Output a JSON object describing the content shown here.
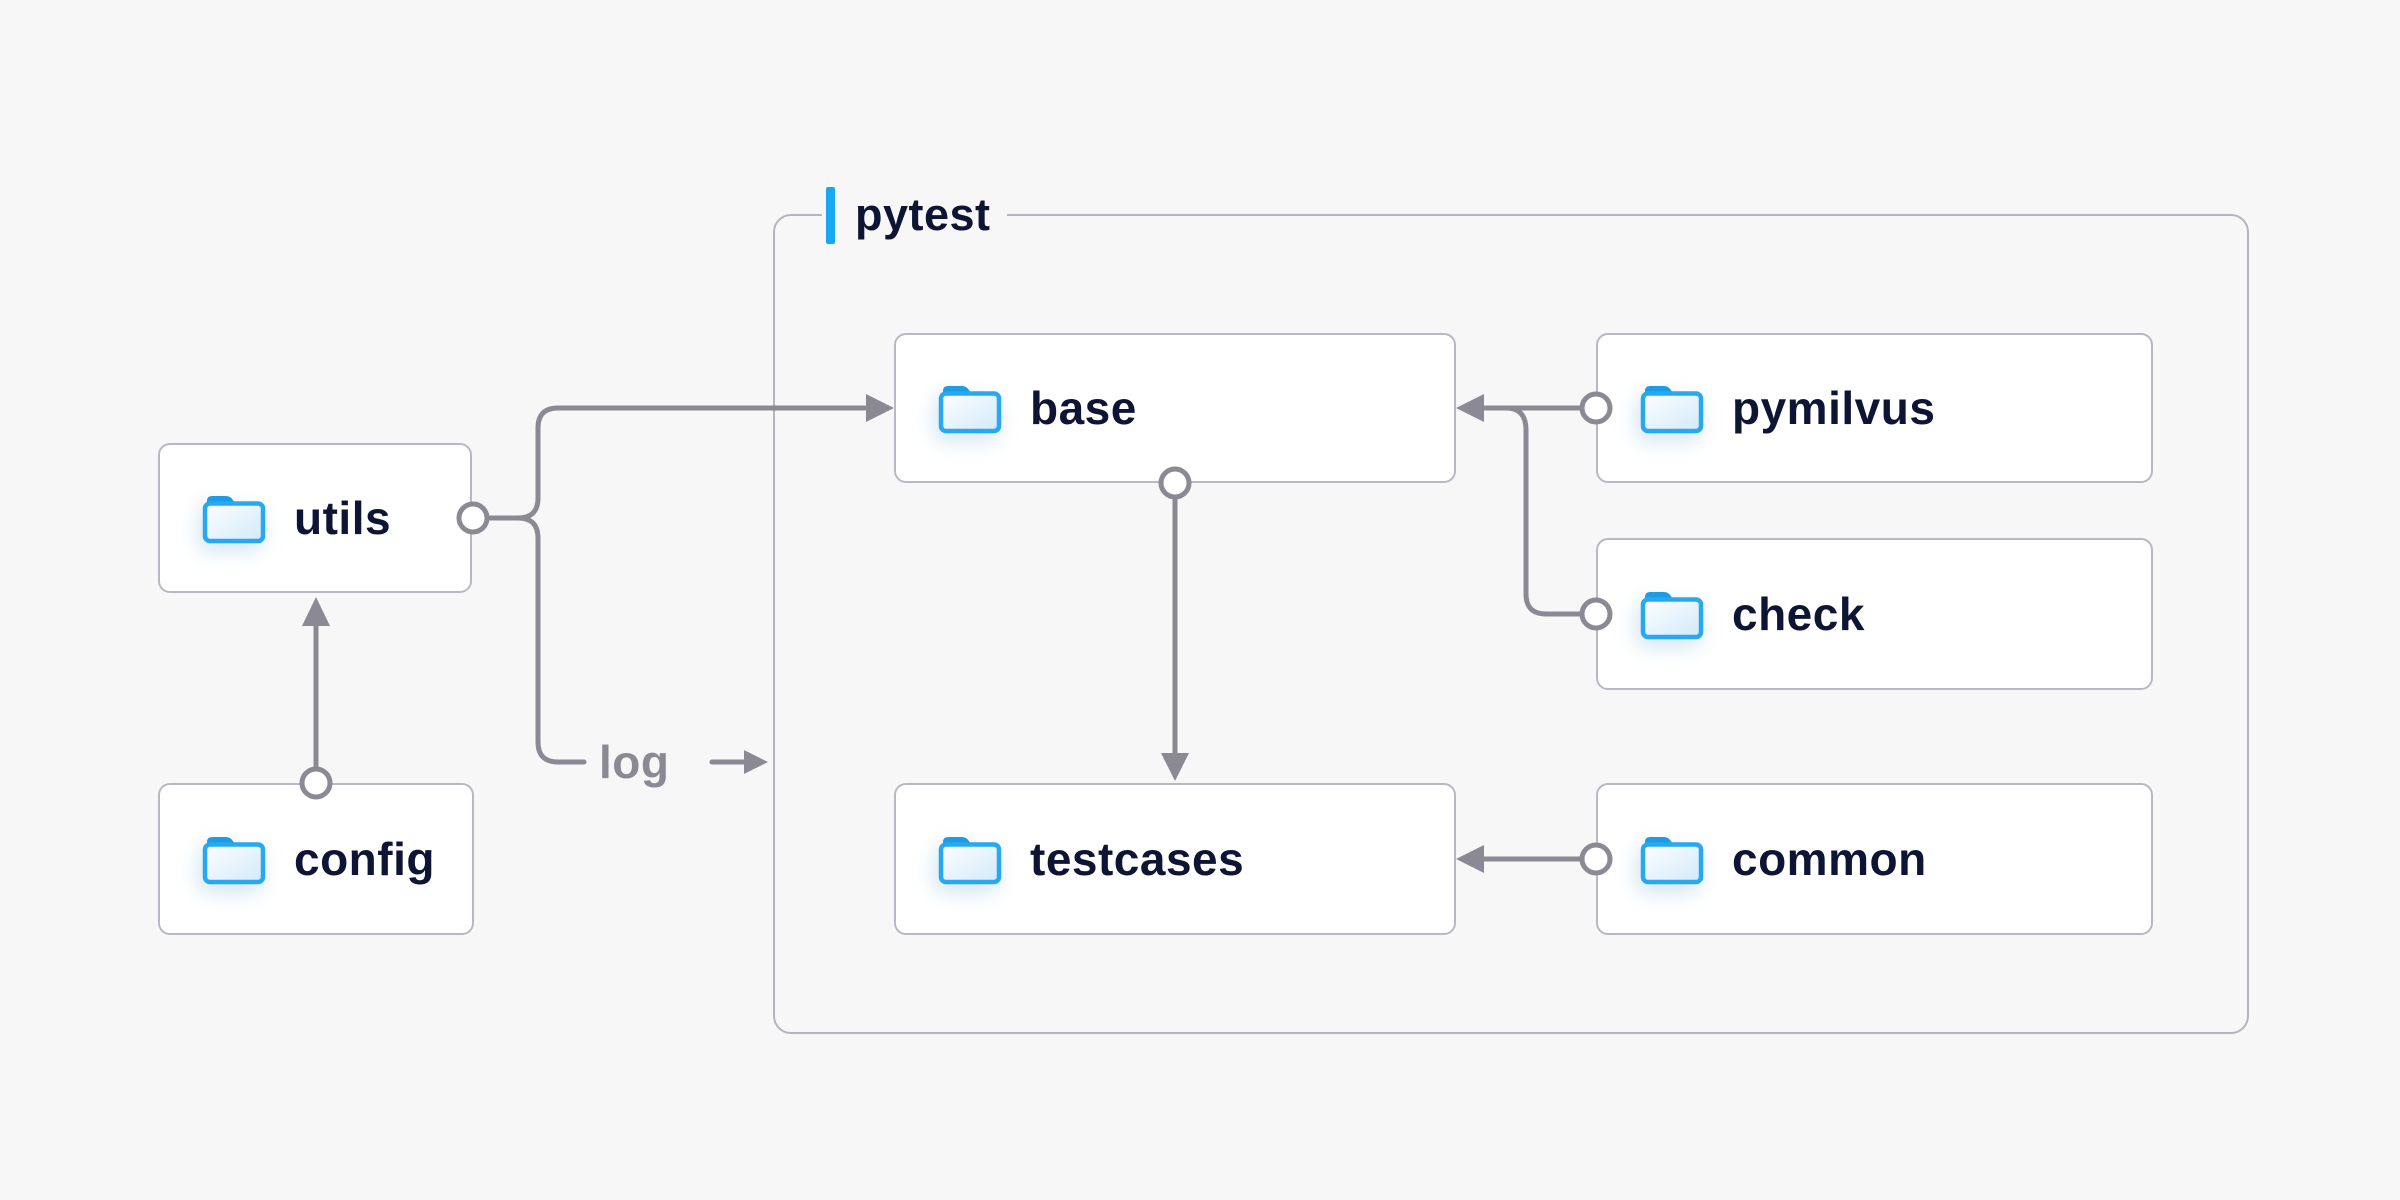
{
  "diagram": {
    "container": {
      "label": "pytest"
    },
    "nodes": [
      {
        "id": "utils",
        "label": "utils"
      },
      {
        "id": "config",
        "label": "config"
      },
      {
        "id": "base",
        "label": "base"
      },
      {
        "id": "pymilvus",
        "label": "pymilvus"
      },
      {
        "id": "check",
        "label": "check"
      },
      {
        "id": "testcases",
        "label": "testcases"
      },
      {
        "id": "common",
        "label": "common"
      }
    ],
    "edges": [
      {
        "from": "config",
        "to": "utils"
      },
      {
        "from": "utils",
        "to": "base"
      },
      {
        "from": "utils",
        "to": "log",
        "label": "log"
      },
      {
        "from": "base",
        "to": "testcases"
      },
      {
        "from": "pymilvus",
        "to": "base"
      },
      {
        "from": "check",
        "to": "base"
      },
      {
        "from": "common",
        "to": "testcases"
      }
    ],
    "edge_label": "log",
    "icons": {
      "node_icon": "folder-icon"
    },
    "colors": {
      "background": "#f7f7f8",
      "node_background": "#ffffff",
      "node_border": "#b9b8c2",
      "container_border": "#b5b4bf",
      "connector": "#8a8994",
      "text": "#0e1534",
      "accent_blue": "#18a8f0",
      "folder_blue": "#27a8ef",
      "edge_label_gray": "#8b8a94"
    }
  }
}
